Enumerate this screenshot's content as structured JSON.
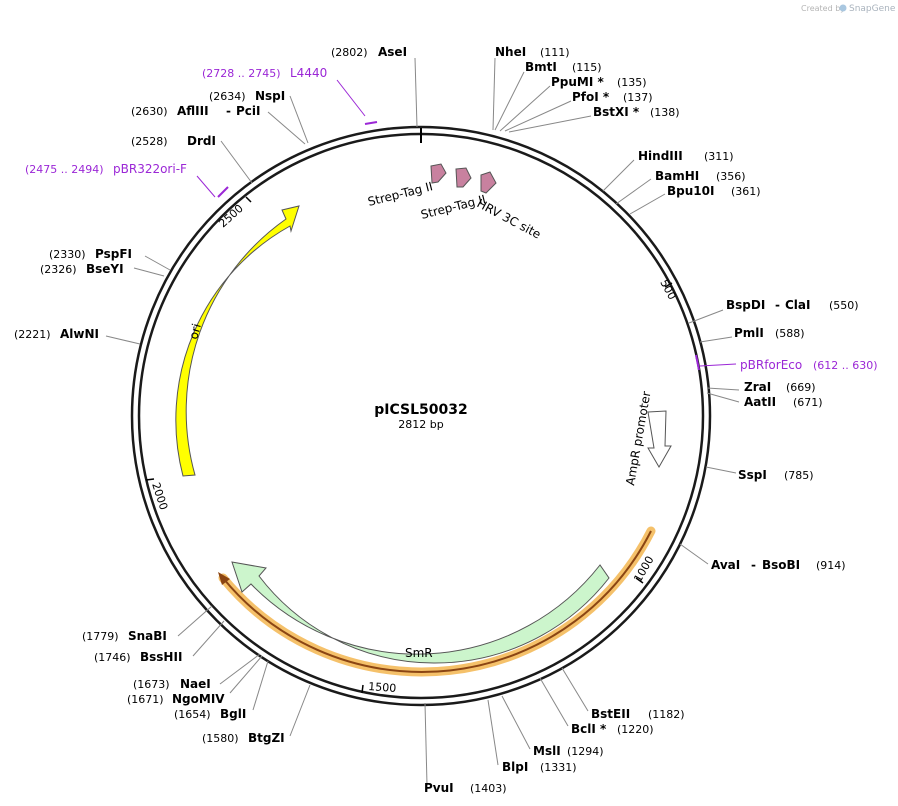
{
  "branding": {
    "created_by": "Created by",
    "app": "SnapGene"
  },
  "plasmid": {
    "name": "pICSL50032",
    "length_label": "2812 bp"
  },
  "enzymes": [
    {
      "name": "AseI",
      "pos": "(2802)"
    },
    {
      "name": "NheI",
      "pos": "(111)"
    },
    {
      "name": "BmtI",
      "pos": "(115)"
    },
    {
      "name": "PpuMI *",
      "pos": "(135)"
    },
    {
      "name": "PfoI *",
      "pos": "(137)"
    },
    {
      "name": "BstXI *",
      "pos": "(138)"
    },
    {
      "name": "HindIII",
      "pos": "(311)"
    },
    {
      "name": "BamHI",
      "pos": "(356)"
    },
    {
      "name": "Bpu10I",
      "pos": "(361)"
    },
    {
      "name": "BspDI",
      "sep": "-",
      "name2": "ClaI",
      "pos": "(550)"
    },
    {
      "name": "PmlI",
      "pos": "(588)"
    },
    {
      "name": "ZraI",
      "pos": "(669)"
    },
    {
      "name": "AatII",
      "pos": "(671)"
    },
    {
      "name": "SspI",
      "pos": "(785)"
    },
    {
      "name": "AvaI",
      "sep": "-",
      "name2": "BsoBI",
      "pos": "(914)"
    },
    {
      "name": "BstEII",
      "pos": "(1182)"
    },
    {
      "name": "BclI *",
      "pos": "(1220)"
    },
    {
      "name": "MslI",
      "pos": "(1294)"
    },
    {
      "name": "BlpI",
      "pos": "(1331)"
    },
    {
      "name": "PvuI",
      "pos": "(1403)"
    },
    {
      "name": "BtgZI",
      "pos": "(1580)"
    },
    {
      "name": "BglI",
      "pos": "(1654)"
    },
    {
      "name": "NgoMIV",
      "pos": "(1671)"
    },
    {
      "name": "NaeI",
      "pos": "(1673)"
    },
    {
      "name": "BssHII",
      "pos": "(1746)"
    },
    {
      "name": "SnaBI",
      "pos": "(1779)"
    },
    {
      "name": "AlwNI",
      "pos": "(2221)"
    },
    {
      "name": "BseYI",
      "pos": "(2326)"
    },
    {
      "name": "PspFI",
      "pos": "(2330)"
    },
    {
      "name": "DrdI",
      "pos": "(2528)"
    },
    {
      "name": "AflIII",
      "sep": "-",
      "name2": "PciI",
      "pos": "(2630)"
    },
    {
      "name": "NspI",
      "pos": "(2634)"
    }
  ],
  "primers": [
    {
      "name": "L4440",
      "range": "(2728 .. 2745)"
    },
    {
      "name": "pBR322ori-F",
      "range": "(2475 .. 2494)"
    },
    {
      "name": "pBRforEco",
      "range": "(612 .. 630)"
    }
  ],
  "features": [
    {
      "name": "Strep-Tag II",
      "color": "#c8819f"
    },
    {
      "name": "Strep-Tag II",
      "color": "#c8819f"
    },
    {
      "name": "HRV 3C site",
      "color": "#c8819f"
    },
    {
      "name": "AmpR promoter",
      "color": "#ffffff"
    },
    {
      "name": "SmR",
      "color": "#ccf5cc"
    },
    {
      "name": "ori",
      "color": "#ffff00"
    }
  ],
  "ticks": [
    "500",
    "1000",
    "1500",
    "2000",
    "2500"
  ],
  "colors": {
    "backbone": "#1a1a1a",
    "primer": "#9b27d6",
    "orf_highlight": "#f5c16a",
    "orf_line": "#8b4513"
  }
}
